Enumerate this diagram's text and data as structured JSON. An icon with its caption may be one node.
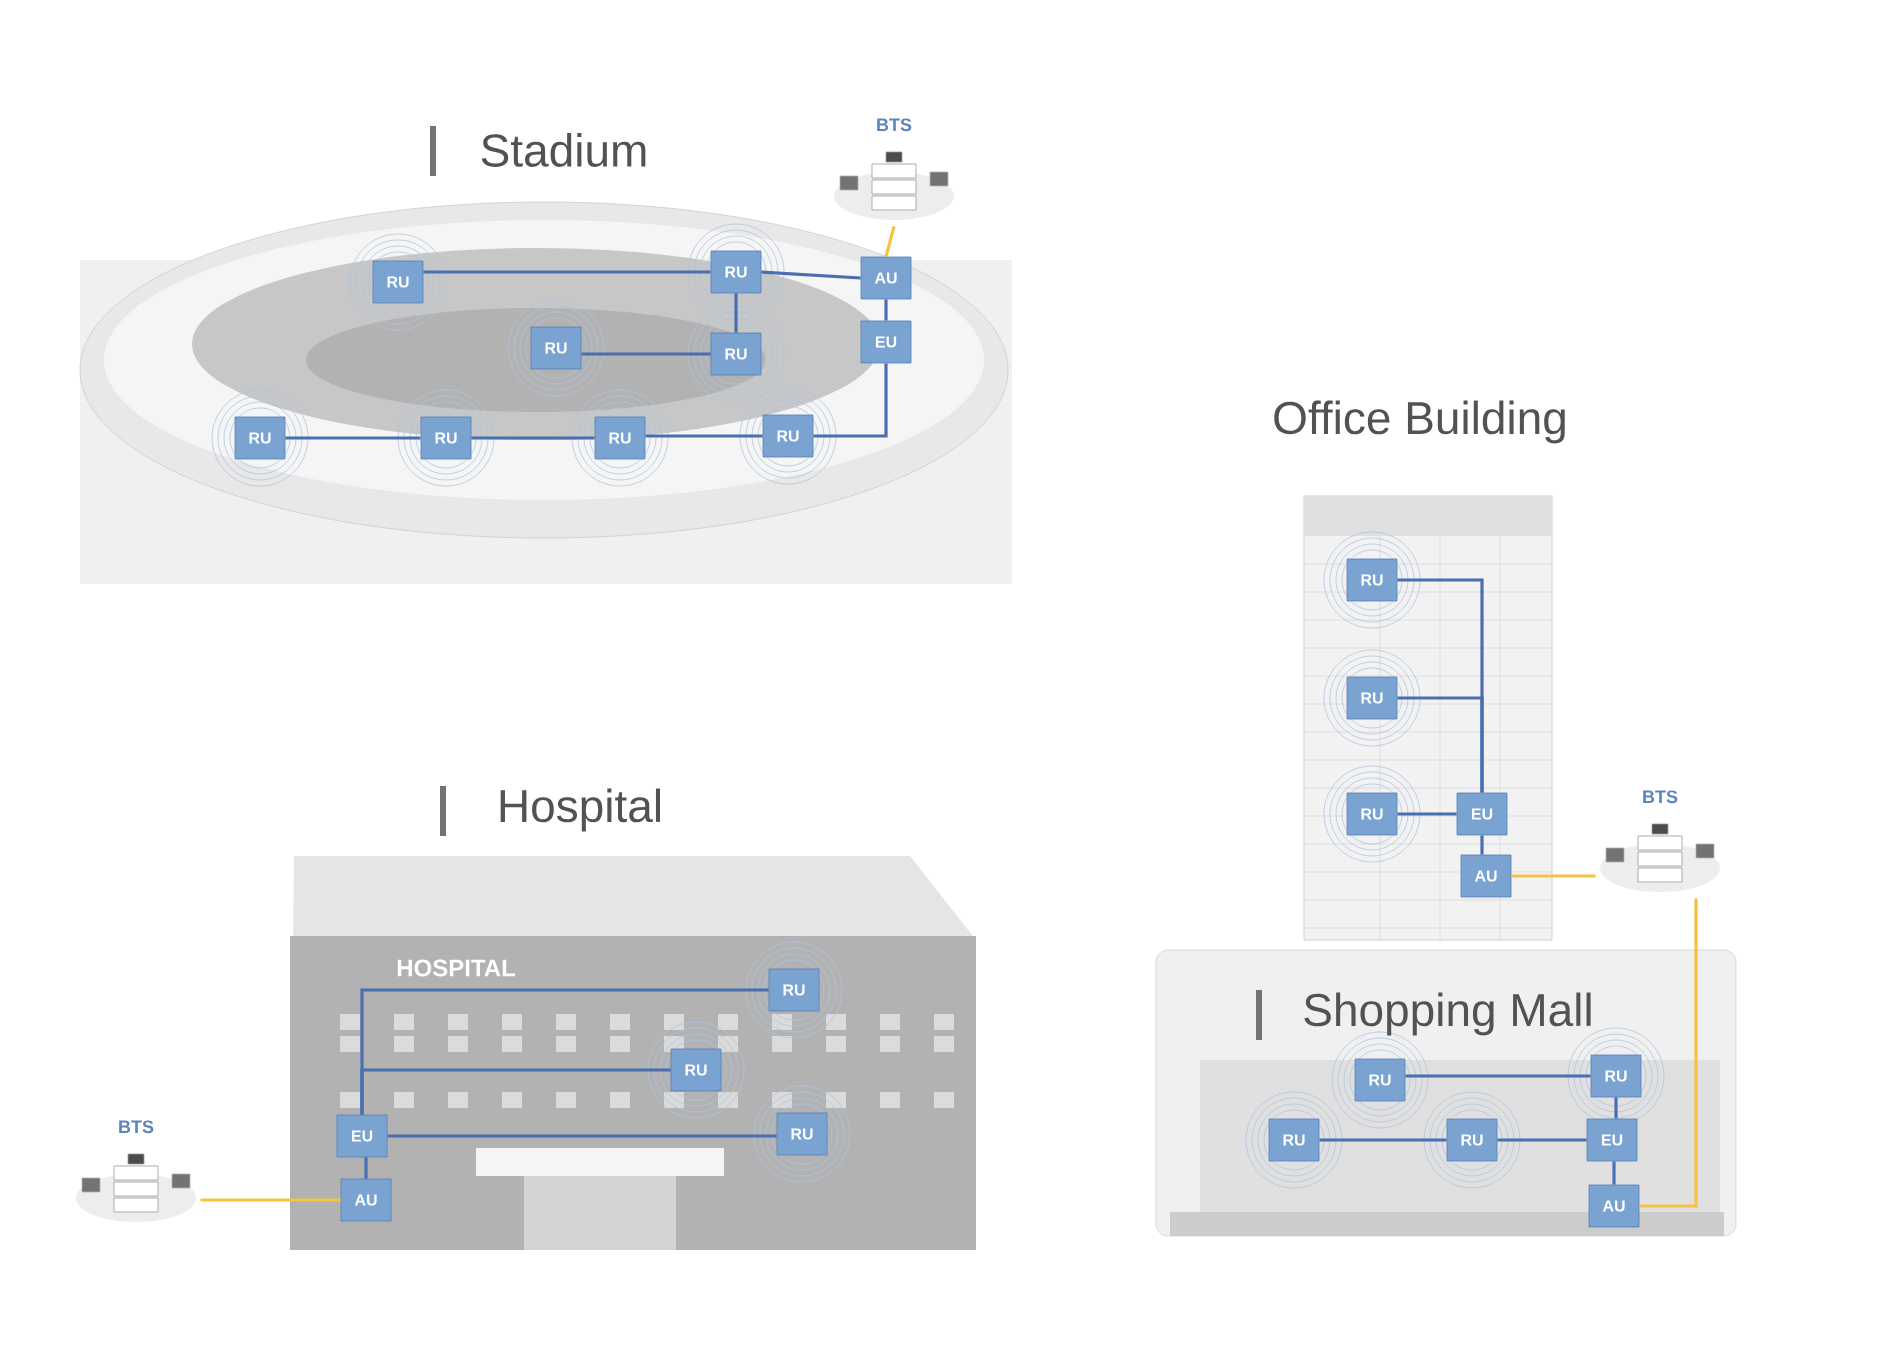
{
  "diagram": {
    "nodes": [
      {
        "text": [
          "BTS"
        ]
      },
      {
        "text": [
          "RU"
        ]
      },
      {
        "text": [
          "RU"
        ]
      },
      {
        "text": [
          "AU"
        ]
      },
      {
        "text": [
          "RU"
        ]
      },
      {
        "text": [
          "RU"
        ]
      },
      {
        "text": [
          "EU"
        ]
      },
      {
        "text": [
          "RU"
        ]
      },
      {
        "text": [
          "RU"
        ]
      },
      {
        "text": [
          "RU"
        ]
      },
      {
        "text": [
          "RU"
        ]
      },
      {
        "text": [
          "RU"
        ]
      },
      {
        "text": [
          "RU"
        ]
      },
      {
        "text": [
          "BTS"
        ]
      },
      {
        "text": [
          "RU"
        ]
      },
      {
        "text": [
          "EU"
        ]
      },
      {
        "text": [
          "AU"
        ]
      },
      {
        "text": [
          "RU"
        ]
      },
      {
        "text": [
          "RU"
        ]
      },
      {
        "text": [
          "EU"
        ]
      },
      {
        "text": [
          "RU"
        ]
      },
      {
        "text": [
          "BTS"
        ]
      },
      {
        "text": [
          "AU"
        ]
      },
      {
        "text": [
          "RU"
        ]
      },
      {
        "text": [
          "RU"
        ]
      },
      {
        "text": [
          "RU"
        ]
      },
      {
        "text": [
          "RU"
        ]
      },
      {
        "text": [
          "EU"
        ]
      },
      {
        "text": [
          "AU"
        ]
      }
    ],
    "edges": [
      {
        "from": 0,
        "to": 3,
        "arrow": "none",
        "color": "#f5c242"
      },
      {
        "from": 3,
        "to": 6,
        "arrow": "none"
      },
      {
        "from": 3,
        "to": 2,
        "arrow": "none"
      },
      {
        "from": 2,
        "to": 1,
        "arrow": "none"
      },
      {
        "from": 2,
        "to": 5,
        "arrow": "none"
      },
      {
        "from": 5,
        "to": 4,
        "arrow": "none"
      },
      {
        "from": 6,
        "to": 10,
        "arrow": "none"
      },
      {
        "from": 10,
        "to": 9,
        "arrow": "none"
      },
      {
        "from": 9,
        "to": 8,
        "arrow": "none"
      },
      {
        "from": 8,
        "to": 7,
        "arrow": "none"
      },
      {
        "from": 16,
        "to": 13,
        "arrow": "none",
        "color": "#f5c242"
      },
      {
        "from": 15,
        "to": 16,
        "arrow": "none"
      },
      {
        "from": 14,
        "to": 15,
        "arrow": "none"
      },
      {
        "from": 11,
        "to": 15,
        "arrow": "none"
      },
      {
        "from": 12,
        "to": 15,
        "arrow": "none"
      },
      {
        "from": 21,
        "to": 22,
        "arrow": "none",
        "color": "#f5c242"
      },
      {
        "from": 22,
        "to": 19,
        "arrow": "none"
      },
      {
        "from": 19,
        "to": 17,
        "arrow": "none"
      },
      {
        "from": 19,
        "to": 18,
        "arrow": "none"
      },
      {
        "from": 19,
        "to": 20,
        "arrow": "none"
      },
      {
        "from": 13,
        "to": 28,
        "arrow": "none",
        "color": "#f5c242"
      },
      {
        "from": 28,
        "to": 27,
        "arrow": "none"
      },
      {
        "from": 24,
        "to": 27,
        "arrow": "none"
      },
      {
        "from": 24,
        "to": 23,
        "arrow": "none"
      },
      {
        "from": 27,
        "to": 26,
        "arrow": "none"
      },
      {
        "from": 26,
        "to": 25,
        "arrow": "none"
      }
    ],
    "labels": [
      "Stadium",
      "Office Building",
      "Hospital",
      "HOSPITAL",
      "Shopping Mall"
    ]
  }
}
